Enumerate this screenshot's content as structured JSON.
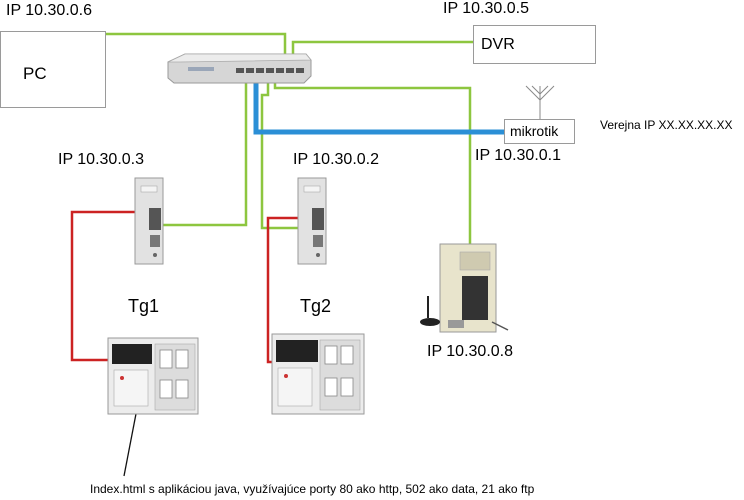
{
  "labels": {
    "pc_ip": "IP 10.30.0.6",
    "dvr_ip": "IP 10.30.0.5",
    "pc": "PC",
    "dvr": "DVR",
    "mikrotik": "mikrotik",
    "public_ip": "Verejna IP XX.XX.XX.XX",
    "mikrotik_ip": "IP 10.30.0.1",
    "tg1_converter_ip": "IP 10.30.0.3",
    "tg2_converter_ip": "IP 10.30.0.2",
    "plc_ip": "IP 10.30.0.8",
    "tg1": "Tg1",
    "tg2": "Tg2",
    "footnote": "Index.html s aplikáciou java, využívajúce porty 80 ako http, 502 ako data, 21 ako ftp"
  },
  "colors": {
    "ethernet": "#8dc63f",
    "uplink": "#2b8fd6",
    "serial": "#cc2222",
    "pointer": "#111111"
  }
}
